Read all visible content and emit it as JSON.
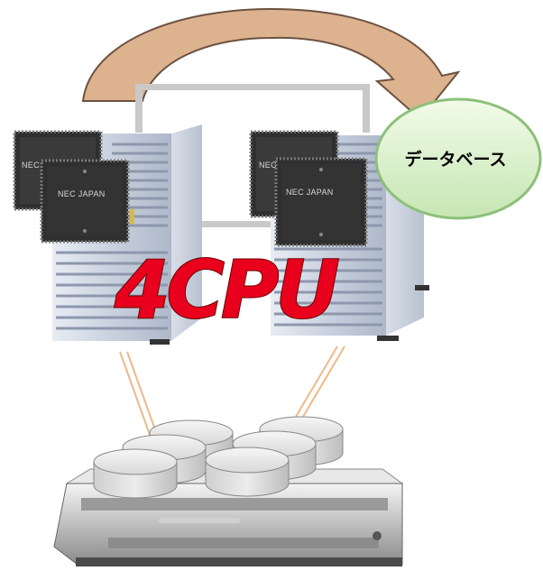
{
  "diagram": {
    "database_label": "データベース",
    "cpu_label": "4CPU",
    "chips": {
      "left_back": "NEC",
      "left_front": "NEC JAPAN",
      "right_back": "NEC",
      "right_front": "NEC JAPAN"
    }
  },
  "colors": {
    "arrow_fill": "#ddb28f",
    "arrow_stroke": "#6d5240",
    "database_fill": "#d6efc6",
    "database_stroke": "#8cc07a",
    "cpu_text": "#e8001c",
    "chip": "#2f2f2f",
    "server_body": "#cfd6e3",
    "fibre_link": "#f0b88a",
    "disk": "#e4e4e4"
  },
  "icons": [
    "server-icon",
    "cpu-chip-icon",
    "database-icon",
    "storage-array-icon",
    "disk-icon"
  ]
}
